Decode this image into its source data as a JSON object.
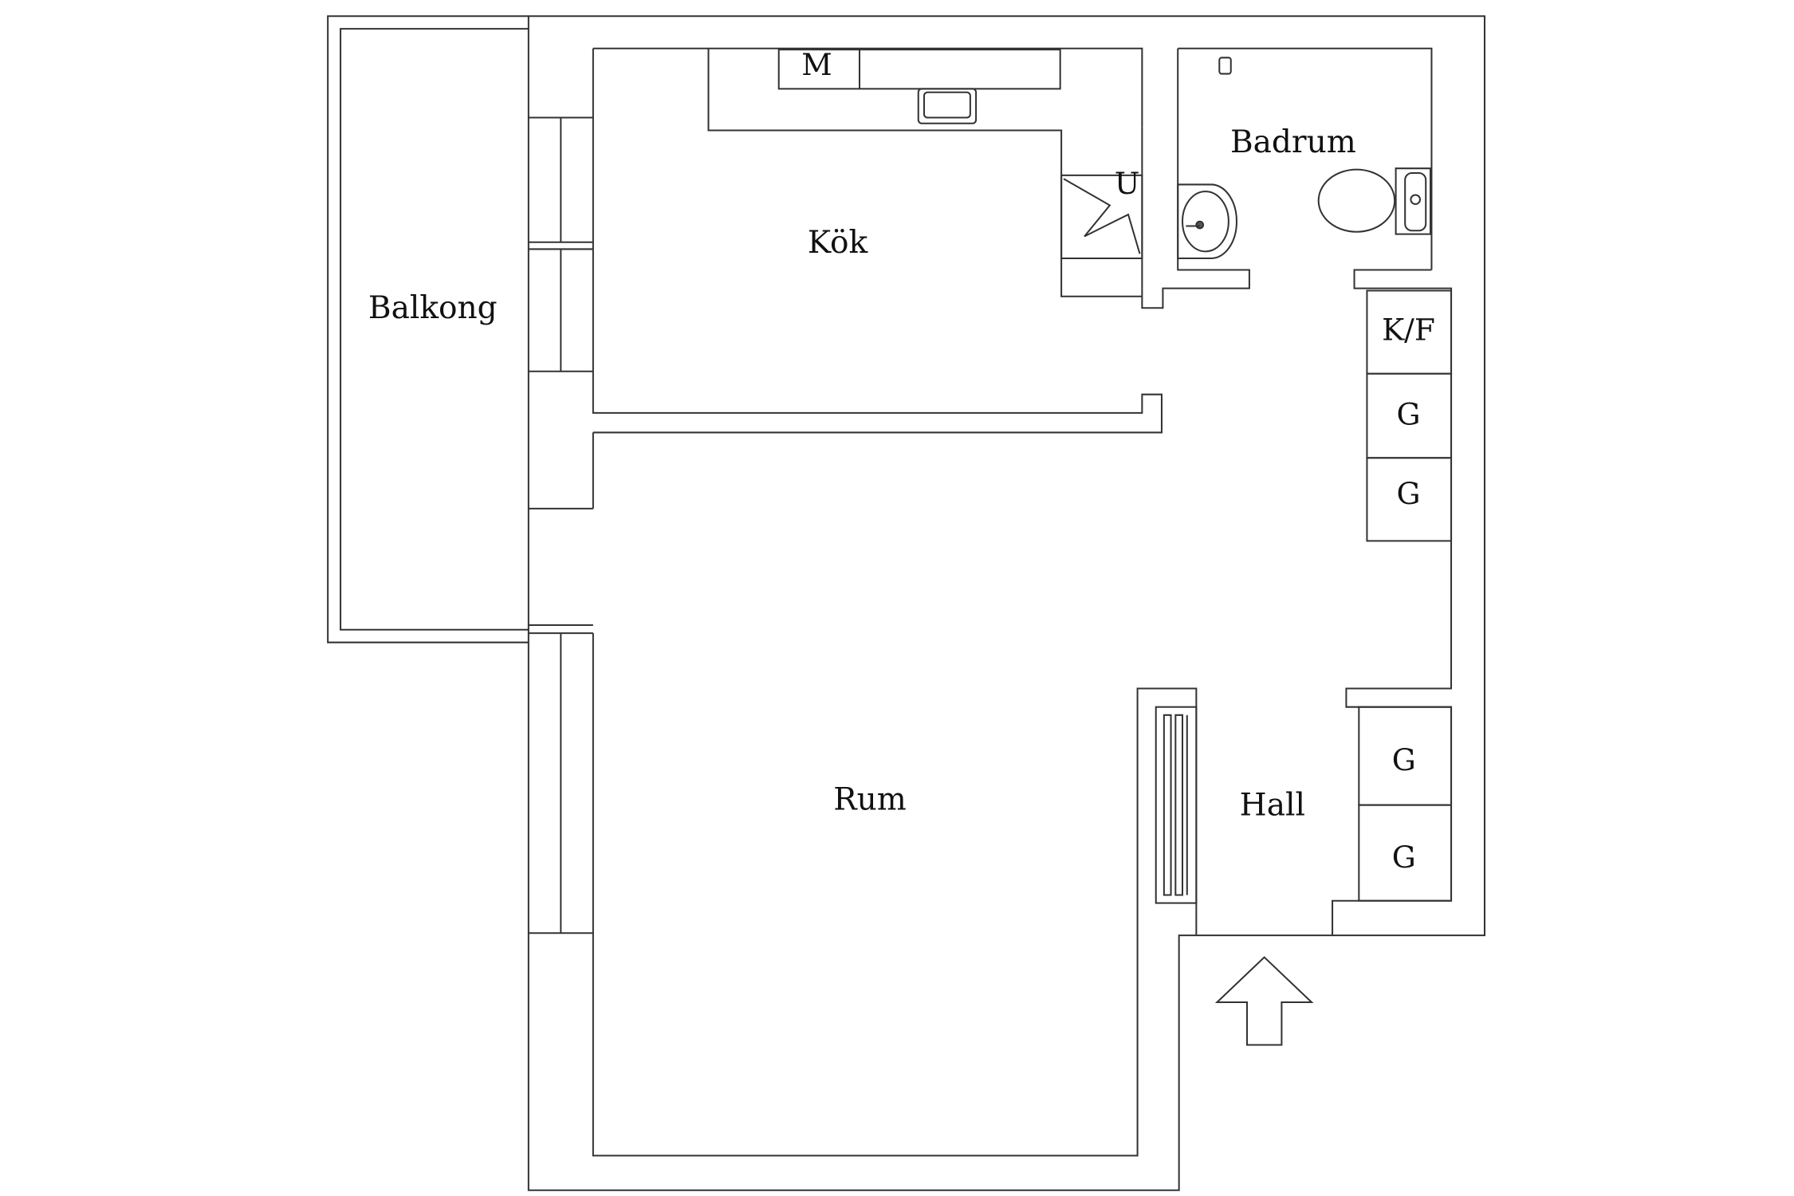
{
  "rooms": {
    "balkong": "Balkong",
    "kok": "Kök",
    "badrum": "Badrum",
    "rum": "Rum",
    "hall": "Hall"
  },
  "fixtures": {
    "microwave": "M",
    "oven": "U",
    "fridge_freezer": "K/F",
    "wardrobe_1": "G",
    "wardrobe_2": "G",
    "wardrobe_3": "G",
    "wardrobe_4": "G"
  },
  "colors": {
    "wall_stroke": "#333333",
    "fixture_stroke": "#555555"
  }
}
